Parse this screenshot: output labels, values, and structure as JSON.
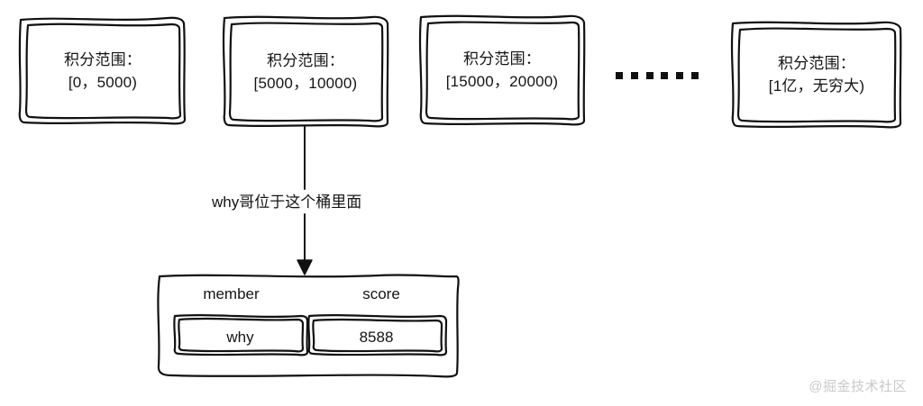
{
  "diagram": {
    "title_hidden": "",
    "buckets": [
      {
        "name": "bucket-0",
        "line1": "积分范围：",
        "line2": "[0，5000)"
      },
      {
        "name": "bucket-1",
        "line1": "积分范围：",
        "line2": "[5000，10000)"
      },
      {
        "name": "bucket-2",
        "line1": "积分范围：",
        "line2": "[15000，20000)"
      },
      {
        "name": "bucket-3",
        "line1": "积分范围：",
        "line2": "[1亿，无穷大)"
      }
    ],
    "ellipsis": {
      "symbol": "······",
      "dot_count": 6
    },
    "arrow": {
      "label": "why哥位于这个桶里面",
      "from": "bucket-1",
      "to": "result-table",
      "direction": "down"
    },
    "table": {
      "columns": [
        "member",
        "score"
      ],
      "rows": [
        {
          "member": "why",
          "score": "8588"
        }
      ]
    },
    "watermark": "@掘金技术社区",
    "colors": {
      "stroke": "#111111",
      "text": "#141414",
      "background": "#ffffff",
      "watermark": "#c9c9c9"
    }
  }
}
